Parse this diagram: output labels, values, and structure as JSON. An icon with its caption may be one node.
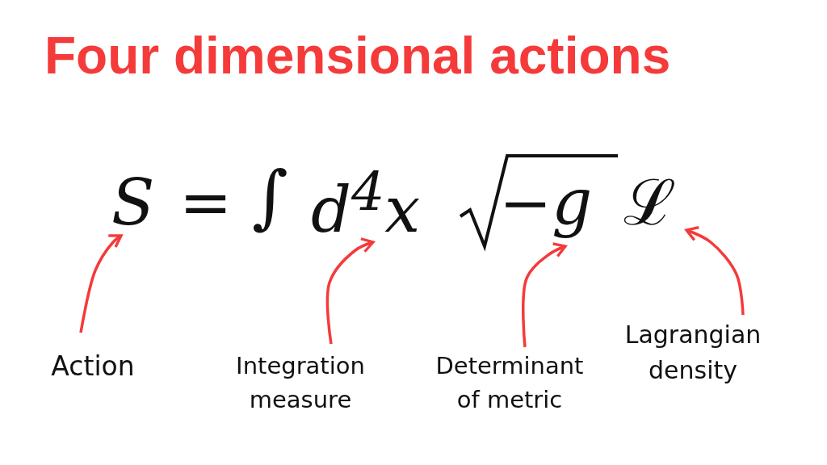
{
  "diagram": {
    "title": "Four dimensional actions",
    "nodes": [
      {
        "text": [
          "S"
        ]
      },
      {
        "text": [
          "d$^{4}$x"
        ]
      },
      {
        "text": [
          "−g"
        ]
      },
      {
        "text": [
          "ℒ"
        ]
      },
      {
        "text": [
          "Action"
        ]
      },
      {
        "text": [
          "Integration measure"
        ]
      },
      {
        "text": [
          "Determinant of metric"
        ]
      },
      {
        "text": [
          "Lagrangian density"
        ]
      }
    ],
    "edges": [
      {
        "from": 4,
        "to": 0,
        "arrow": "to"
      },
      {
        "from": 5,
        "to": 1,
        "arrow": "to"
      },
      {
        "from": 6,
        "to": 2,
        "arrow": "to"
      },
      {
        "from": 7,
        "to": 3,
        "arrow": "to"
      }
    ],
    "labels": [
      "=",
      "∫"
    ]
  }
}
